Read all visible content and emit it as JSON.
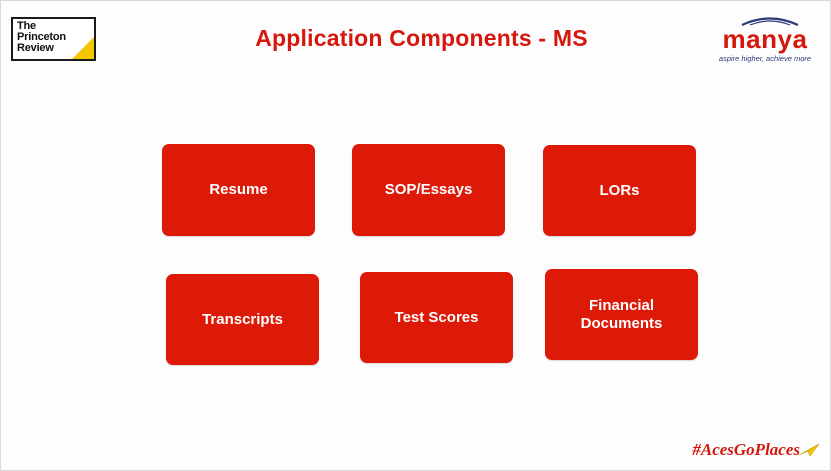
{
  "header": {
    "title": "Application Components - MS",
    "left_logo": {
      "lines": [
        "The",
        "Princeton",
        "Review"
      ],
      "icon": "princeton-review-logo",
      "accent_color": "#f3c600"
    },
    "right_logo": {
      "brand": "manya",
      "tagline": "aspire higher, achieve more",
      "icon": "manya-arc-logo",
      "arc_color": "#2b3a7a"
    }
  },
  "components": [
    {
      "label": "Resume"
    },
    {
      "label": "SOP/Essays"
    },
    {
      "label": "LORs"
    },
    {
      "label": "Transcripts"
    },
    {
      "label": "Test Scores"
    },
    {
      "label": "Financial Documents"
    }
  ],
  "footer": {
    "hashtag": "#AcesGoPlaces",
    "icon": "paper-plane-icon",
    "icon_color": "#f3c600"
  },
  "colors": {
    "accent": "#d4180e",
    "tile": "#dd1908",
    "tile_text": "#ffffff"
  }
}
